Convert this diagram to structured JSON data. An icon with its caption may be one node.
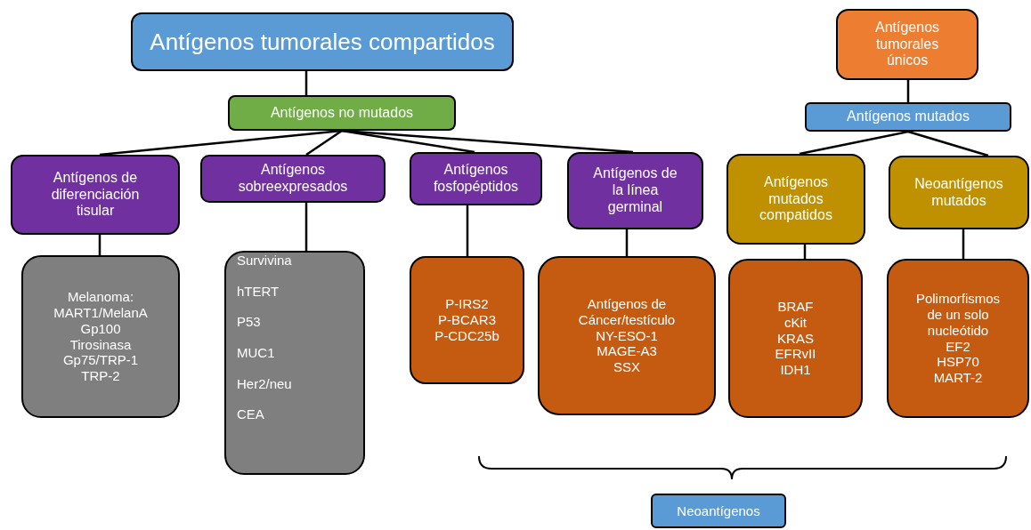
{
  "diagram": {
    "nodes": [
      {
        "text": [
          "Antígenos tumorales compartidos"
        ]
      },
      {
        "text": [
          "Antígenos no mutados"
        ]
      },
      {
        "text": [
          "Antígenos de diferenciación tisular"
        ]
      },
      {
        "text": [
          "Antígenos sobreexpresados"
        ]
      },
      {
        "text": [
          "Antígenos fosfopéptidos"
        ]
      },
      {
        "text": [
          "Antígenos de la línea germinal"
        ]
      },
      {
        "text": [
          "Antígenos tumorales únicos"
        ]
      },
      {
        "text": [
          "Antígenos mutados"
        ]
      },
      {
        "text": [
          "Antígenos mutados compatidos"
        ]
      },
      {
        "text": [
          "Neoantígenos mutados"
        ]
      },
      {
        "text": [
          "Melanoma:",
          "MART1/MelanA",
          "Gp100",
          "Tirosinasa",
          "Gp75/TRP-1",
          "TRP-2"
        ]
      },
      {
        "text": [
          "Survivina",
          "hTERT",
          "P53",
          "MUC1",
          "Her2/neu",
          "CEA"
        ]
      },
      {
        "text": [
          "P-IRS2",
          "P-BCAR3",
          "P-CDC25b"
        ]
      },
      {
        "text": [
          "Antígenos de Cáncer/testículo",
          "NY-ESO-1",
          "MAGE-A3",
          "SSX"
        ]
      },
      {
        "text": [
          "BRAF",
          "cKit",
          "KRAS",
          "EFRvII",
          "IDH1"
        ]
      },
      {
        "text": [
          "Polimorfismos de un solo nucleótido",
          "EF2",
          "HSP70",
          "MART-2"
        ]
      },
      {
        "text": [
          "Neoantígenos"
        ]
      }
    ],
    "edges": [
      {
        "from": 0,
        "to": 1,
        "arrow": "none"
      },
      {
        "from": 1,
        "to": 2,
        "arrow": "none"
      },
      {
        "from": 1,
        "to": 3,
        "arrow": "none"
      },
      {
        "from": 1,
        "to": 4,
        "arrow": "none"
      },
      {
        "from": 1,
        "to": 5,
        "arrow": "none"
      },
      {
        "from": 6,
        "to": 7,
        "arrow": "none"
      },
      {
        "from": 7,
        "to": 8,
        "arrow": "none"
      },
      {
        "from": 7,
        "to": 9,
        "arrow": "none"
      },
      {
        "from": 2,
        "to": 10,
        "arrow": "none"
      },
      {
        "from": 3,
        "to": 11,
        "arrow": "none"
      },
      {
        "from": 4,
        "to": 12,
        "arrow": "none"
      },
      {
        "from": 5,
        "to": 13,
        "arrow": "none"
      },
      {
        "from": 8,
        "to": 14,
        "arrow": "none"
      },
      {
        "from": 9,
        "to": 15,
        "arrow": "none"
      }
    ]
  }
}
